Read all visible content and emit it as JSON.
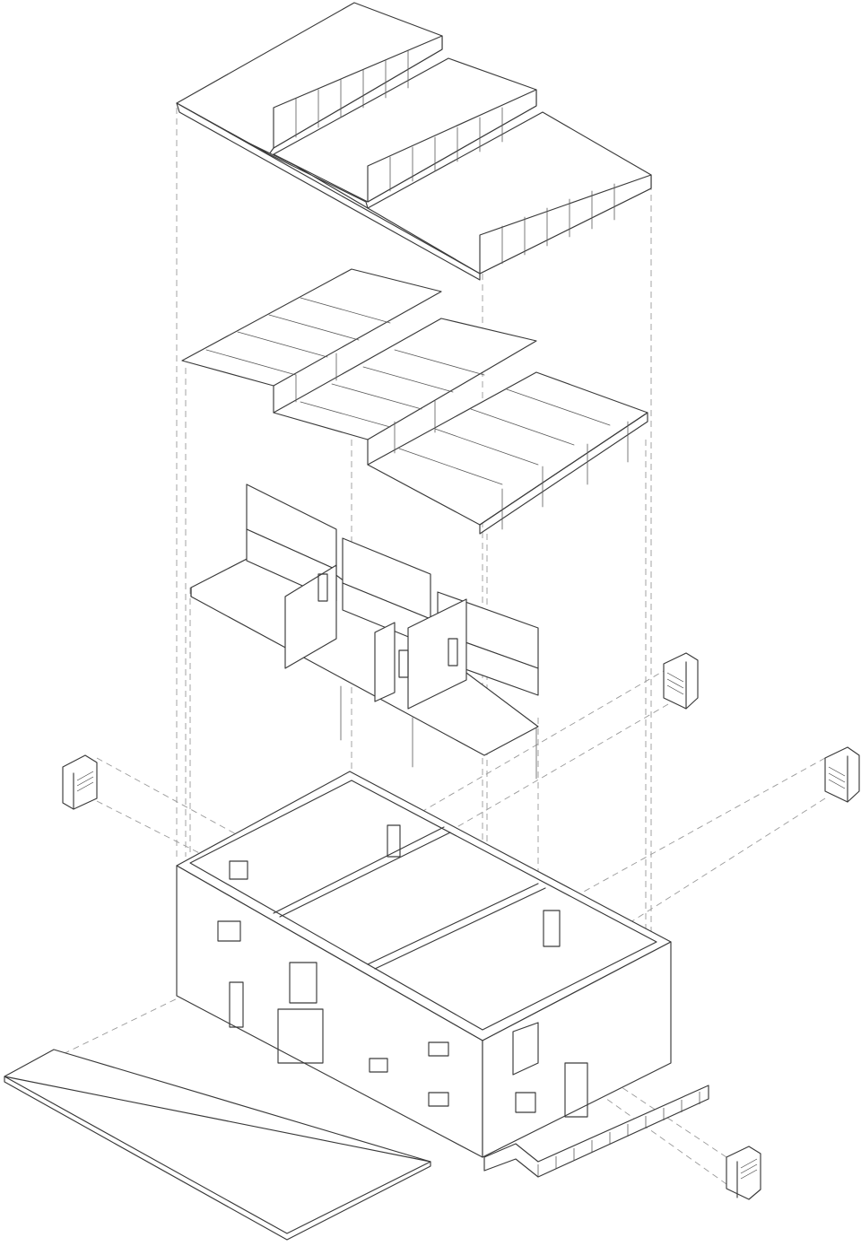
{
  "figure": {
    "kind": "exploded-axonometric-drawing",
    "colors": {
      "paper": "#ffffff",
      "line": "#3a3a3a",
      "guide": "#9a9a9a"
    },
    "layers": [
      "roof",
      "roof-frame",
      "upper-floor",
      "ground-floor-shell",
      "site-slab",
      "window-details"
    ]
  }
}
